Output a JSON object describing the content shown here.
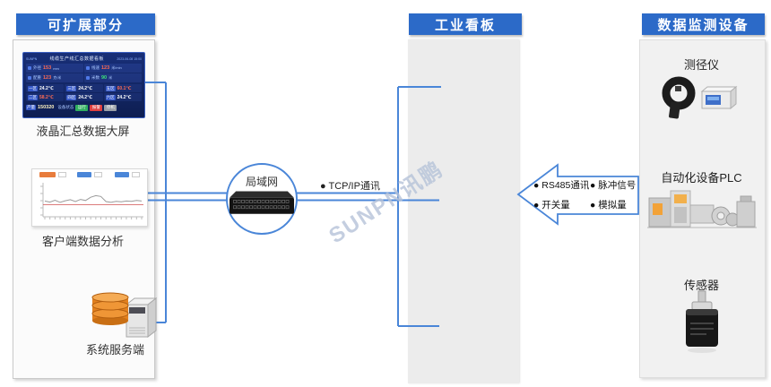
{
  "watermark": "SUNPN讯鹏",
  "colors": {
    "header_bg": "#2c6ac8",
    "line_blue": "#4a86d8",
    "dashboard_bg": "#13265e",
    "alert_red": "#ff6a52",
    "ok_green": "#3ce47a",
    "db_orange": "#e2801f",
    "badge_orange": "#e87c3c"
  },
  "left_panel": {
    "header": "可扩展部分",
    "dashboard": {
      "caption": "液晶汇总数据大屏",
      "brand": "SUNPN",
      "title": "线缆生产线汇总数据看板",
      "time": "2023-06-08 15:00",
      "metrics": [
        {
          "label": "外径",
          "value": "153",
          "unit": "mm"
        },
        {
          "label": "线速",
          "value": "123",
          "unit": "米/min"
        },
        {
          "label": "配重",
          "value": "123",
          "unit": "克/米"
        },
        {
          "label": "米数",
          "value": "90",
          "unit": "米"
        }
      ],
      "zones": [
        {
          "label": "一区",
          "value": "24.2℃"
        },
        {
          "label": "三区",
          "value": "24.2℃"
        },
        {
          "label": "五区",
          "value": "60.1℃"
        },
        {
          "label": "二区",
          "value": "58.2℃"
        },
        {
          "label": "四区",
          "value": "24.2℃"
        },
        {
          "label": "六区",
          "value": "24.2℃"
        }
      ],
      "footer": {
        "production_label": "产量",
        "production_value": "150320",
        "status_label": "设备状态",
        "buttons": [
          "运行",
          "报警",
          "停机"
        ]
      }
    },
    "chart": {
      "caption": "客户端数据分析",
      "series": [
        52,
        48,
        55,
        47,
        53,
        57,
        50,
        58,
        54,
        66,
        72,
        69,
        50,
        47,
        51,
        49,
        52,
        51,
        54,
        52
      ],
      "ref_line": 38
    },
    "server": {
      "caption": "系统服务端"
    }
  },
  "network": {
    "lan_label": "局域网",
    "tcp_label": "● TCP/IP通讯"
  },
  "middle_panel": {
    "header": "工业看板"
  },
  "arrow": {
    "row1": [
      "● RS485通讯",
      "● 脉冲信号"
    ],
    "row2": [
      "● 开关量",
      "● 模拟量"
    ]
  },
  "right_panel": {
    "header": "数据监测设备",
    "items": [
      {
        "label": "测径仪"
      },
      {
        "label": "自动化设备PLC"
      },
      {
        "label": "传感器"
      }
    ]
  }
}
